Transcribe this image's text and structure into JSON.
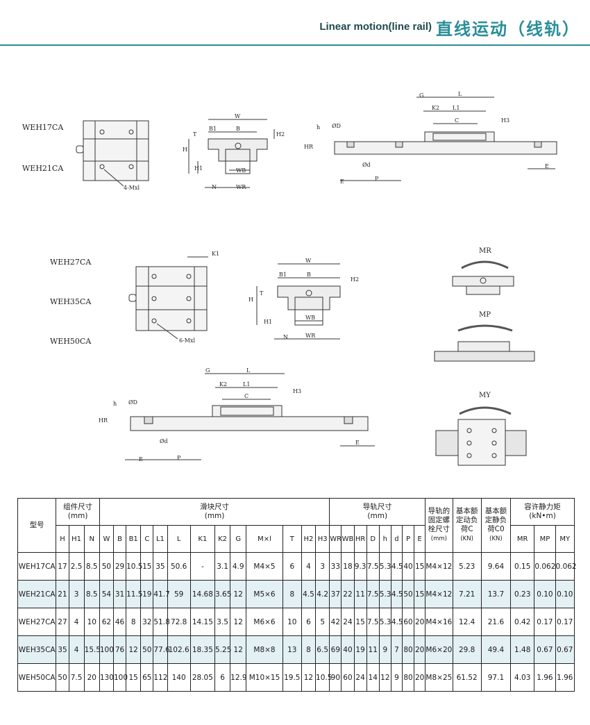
{
  "header": {
    "title_en": "Linear motion(line rail)",
    "title_zh": "直线运动（线轨）"
  },
  "drawing_labels": {
    "group1_models": [
      "WEH17CA",
      "WEH21CA"
    ],
    "group2_models": [
      "WEH27CA",
      "WEH35CA",
      "WEH50CA"
    ],
    "hole_label_1": "4-Mxl",
    "hole_label_2": "6-Mxl",
    "dims": {
      "W": "W",
      "B": "B",
      "B1": "B1",
      "H": "H",
      "H1": "H1",
      "H2": "H2",
      "H3": "H3",
      "T": "T",
      "N": "N",
      "WR": "WR",
      "WB": "WB",
      "K1": "K1",
      "K2": "K2",
      "G": "G",
      "L": "L",
      "L1": "L1",
      "C": "C",
      "h": "h",
      "D": "ØD",
      "d": "Ød",
      "HR": "HR",
      "E": "E",
      "P": "P"
    },
    "moments": {
      "MR": "MR",
      "MP": "MP",
      "MY": "MY"
    }
  },
  "table": {
    "header_model": "型号",
    "group_assembly": "组件尺寸",
    "group_assembly_unit": "(mm)",
    "group_block": "滑块尺寸",
    "group_block_unit": "(mm)",
    "group_rail": "导轨尺寸",
    "group_rail_unit": "(mm)",
    "group_bolt": "导轨的固定螺栓尺寸",
    "group_bolt_unit": "(mm)",
    "group_dyn": "基本额定动负荷C",
    "group_dyn_unit": "(KN)",
    "group_static": "基本额定静负荷C0",
    "group_static_unit": "(KN)",
    "group_moment": "容许静力矩",
    "group_moment_unit": "(kN•m)",
    "sub_assembly": [
      "H",
      "H1",
      "N"
    ],
    "sub_block": [
      "W",
      "B",
      "B1",
      "C",
      "L1",
      "L",
      "K1",
      "K2",
      "G",
      "M×l",
      "T",
      "H2",
      "H3"
    ],
    "sub_rail": [
      "WR",
      "WB",
      "HR",
      "D",
      "h",
      "d",
      "P",
      "E"
    ],
    "sub_moment": [
      "MR",
      "MP",
      "MY"
    ],
    "rows": [
      [
        "WEH17CA",
        "17",
        "2.5",
        "8.5",
        "50",
        "29",
        "10.5",
        "15",
        "35",
        "50.6",
        "-",
        "3.1",
        "4.9",
        "M4×5",
        "6",
        "4",
        "3",
        "33",
        "18",
        "9.3",
        "7.5",
        "5.3",
        "4.5",
        "40",
        "15",
        "M4×12",
        "5.23",
        "9.64",
        "0.15",
        "0.062",
        "0.062"
      ],
      [
        "WEH21CA",
        "21",
        "3",
        "8.5",
        "54",
        "31",
        "11.5",
        "19",
        "41.7",
        "59",
        "14.68",
        "3.65",
        "12",
        "M5×6",
        "8",
        "4.5",
        "4.2",
        "37",
        "22",
        "11",
        "7.5",
        "5.3",
        "4.5",
        "50",
        "15",
        "M4×12",
        "7.21",
        "13.7",
        "0.23",
        "0.10",
        "0.10"
      ],
      [
        "WEH27CA",
        "27",
        "4",
        "10",
        "62",
        "46",
        "8",
        "32",
        "51.8",
        "72.8",
        "14.15",
        "3.5",
        "12",
        "M6×6",
        "10",
        "6",
        "5",
        "42",
        "24",
        "15",
        "7.5",
        "5.3",
        "4.5",
        "60",
        "20",
        "M4×16",
        "12.4",
        "21.6",
        "0.42",
        "0.17",
        "0.17"
      ],
      [
        "WEH35CA",
        "35",
        "4",
        "15.5",
        "100",
        "76",
        "12",
        "50",
        "77.6",
        "102.6",
        "18.35",
        "5.25",
        "12",
        "M8×8",
        "13",
        "8",
        "6.5",
        "69",
        "40",
        "19",
        "11",
        "9",
        "7",
        "80",
        "20",
        "M6×20",
        "29.8",
        "49.4",
        "1.48",
        "0.67",
        "0.67"
      ],
      [
        "WEH50CA",
        "50",
        "7.5",
        "20",
        "130",
        "100",
        "15",
        "65",
        "112",
        "140",
        "28.05",
        "6",
        "12.9",
        "M10×15",
        "19.5",
        "12",
        "10.5",
        "90",
        "60",
        "24",
        "14",
        "12",
        "9",
        "80",
        "20",
        "M8×25",
        "61.52",
        "97.1",
        "4.03",
        "1.96",
        "1.96"
      ]
    ]
  }
}
